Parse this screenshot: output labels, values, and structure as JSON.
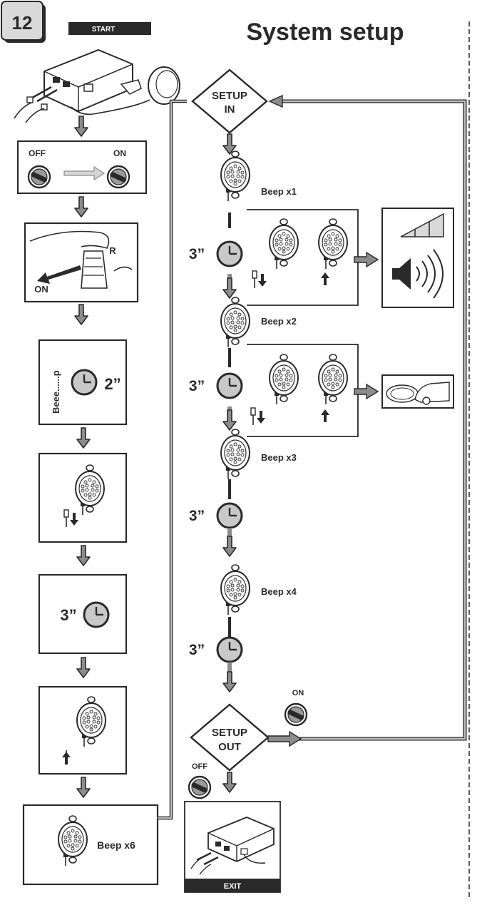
{
  "header": {
    "step_number": "12",
    "start_label": "START",
    "title": "System setup"
  },
  "left_flow": {
    "switch_off_label": "OFF",
    "switch_on_label": "ON",
    "gear_letter": "R",
    "gear_on_label": "ON",
    "beep_long_label": "Beee......p",
    "wait_short": "2”",
    "wait_long": "3”",
    "beep_final": "Beep x6"
  },
  "right_flow": {
    "setup_in": [
      "SETUP",
      "IN"
    ],
    "setup_out": [
      "SETUP",
      "OUT"
    ],
    "beep_1": "Beep x1",
    "beep_2": "Beep x2",
    "beep_3": "Beep x3",
    "beep_4": "Beep x4",
    "wait_1": "3”",
    "wait_2": "3”",
    "wait_3": "3”",
    "wait_4": "3”",
    "on_label": "ON",
    "off_label": "OFF",
    "exit_label": "EXIT"
  },
  "colors": {
    "ink": "#2a2a2a",
    "arrow_fill": "#8c8c8c",
    "clock_fill": "#c8c8c8",
    "light_arrow": "#bdbdbd"
  }
}
